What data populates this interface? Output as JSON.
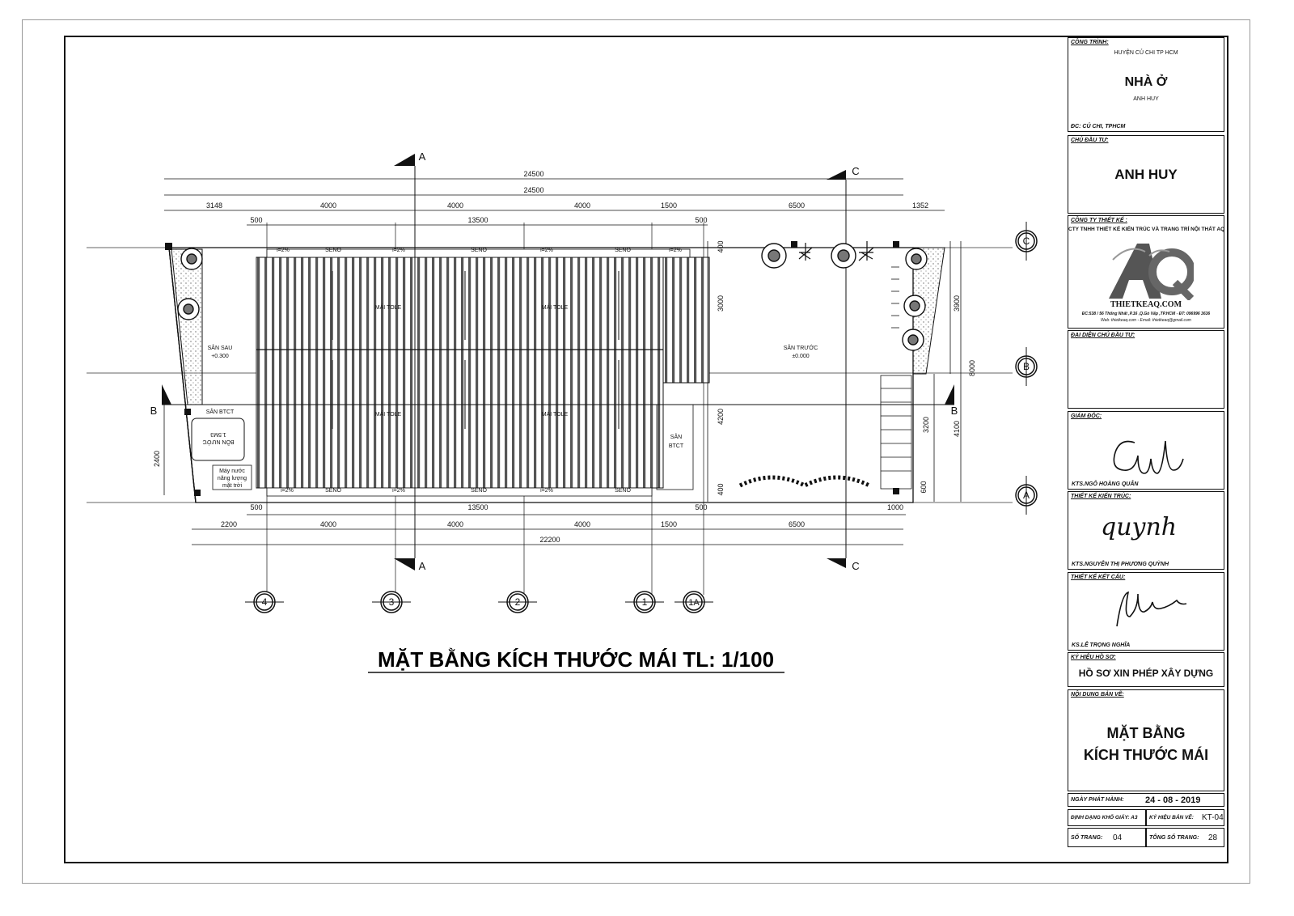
{
  "drawing": {
    "title": "MẶT BẰNG KÍCH THƯỚC MÁI TL: 1/100",
    "dims_top": {
      "overall1": "24500",
      "overall2": "24500",
      "seg": [
        "3148",
        "4000",
        "4000",
        "4000",
        "1500",
        "6500",
        "1352"
      ],
      "inner": [
        "500",
        "13500",
        "500"
      ]
    },
    "dims_bottom": {
      "inner": [
        "500",
        "13500",
        "500",
        "1000"
      ],
      "seg": [
        "2200",
        "4000",
        "4000",
        "4000",
        "1500",
        "6500"
      ],
      "overall": "22200"
    },
    "dims_left": "2400",
    "dims_mid": [
      "3000",
      "4200",
      "400",
      "400"
    ],
    "dims_right": [
      "3900",
      "8000",
      "4100",
      "3200",
      "600"
    ],
    "labels": {
      "roof_tole": "MÁI TOLE",
      "gutter": "SENO",
      "slope": "i=2%",
      "back_yard": "SÂN SAU",
      "back_yard_level": "+0.300",
      "front_yard": "SÂN TRƯỚC",
      "front_yard_level": "±0.000",
      "slab_yard": "SÂN BTCT",
      "slab_yard_mid_1": "SÂN",
      "slab_yard_mid_2": "BTCT",
      "water_tank_1": "BỒN NƯỚC",
      "water_tank_2": "1.5M3",
      "solar_1": "Máy nước",
      "solar_2": "năng lượng",
      "solar_3": "mặt trời"
    },
    "sections": {
      "a": "A",
      "b": "B",
      "c": "C"
    },
    "axes_bottom": [
      "4",
      "3",
      "2",
      "1",
      "1A"
    ],
    "axes_right": [
      "C",
      "B",
      "A"
    ]
  },
  "titleblock": {
    "project_label": "CÔNG TRÌNH:",
    "project_location": "HUYỆN CỦ CHI TP HCM",
    "project_name": "NHÀ Ở",
    "project_owner_small": "ANH HUY",
    "project_address": "ĐC: CỦ CHI, TPHCM",
    "investor_label": "CHỦ ĐẦU TƯ:",
    "investor_name": "ANH HUY",
    "designer_label": "CÔNG TY THIẾT KẾ :",
    "designer_company": "CTY TNHH THIẾT KẾ KIẾN TRÚC VÀ TRANG TRÍ NỘI THẤT AQ",
    "logo_text": "AQ",
    "logo_site": "THIETKEAQ.COM",
    "designer_address": "ĐC:538 / 56 Thống Nhất ,P.16 ,Q.Gò Vấp ,TP.HCM - ĐT: 096996 3636",
    "designer_web": "Web: thietkeaq.com - Email: thietkeaq@gmail.com",
    "rep_label": "ĐẠI DIỆN CHỦ ĐẦU TƯ:",
    "director_label": "GIÁM ĐỐC:",
    "director_name": "KTS.NGÔ HOÀNG QUÂN",
    "architect_label": "THIẾT KẾ KIẾN TRÚC:",
    "architect_name": "KTS.NGUYỄN THỊ PHƯƠNG QUỲNH",
    "architect_sig": "quynh",
    "structure_label": "THIẾT KẾ KẾT CẤU:",
    "structure_name": "KS.LÊ TRỌNG NGHĨA",
    "code_label": "KÝ HIỆU HỒ SƠ:",
    "code_value": "HỒ SƠ XIN PHÉP XÂY DỰNG",
    "content_label": "NỘI DUNG BẢN VẼ:",
    "content_line1": "MẶT BẰNG",
    "content_line2": "KÍCH THƯỚC MÁI",
    "issue_label": "NGÀY PHÁT HÀNH:",
    "issue_date": "24 - 08 - 2019",
    "paper_label": "ĐỊNH DẠNG KHỔ GIẤY: A3",
    "sheet_code_label": "KÝ HIỆU BẢN VẼ:",
    "sheet_code": "KT-04",
    "page_label": "SỐ TRANG:",
    "page_no": "04",
    "total_label": "TỔNG SỐ TRANG:",
    "total_no": "28"
  }
}
